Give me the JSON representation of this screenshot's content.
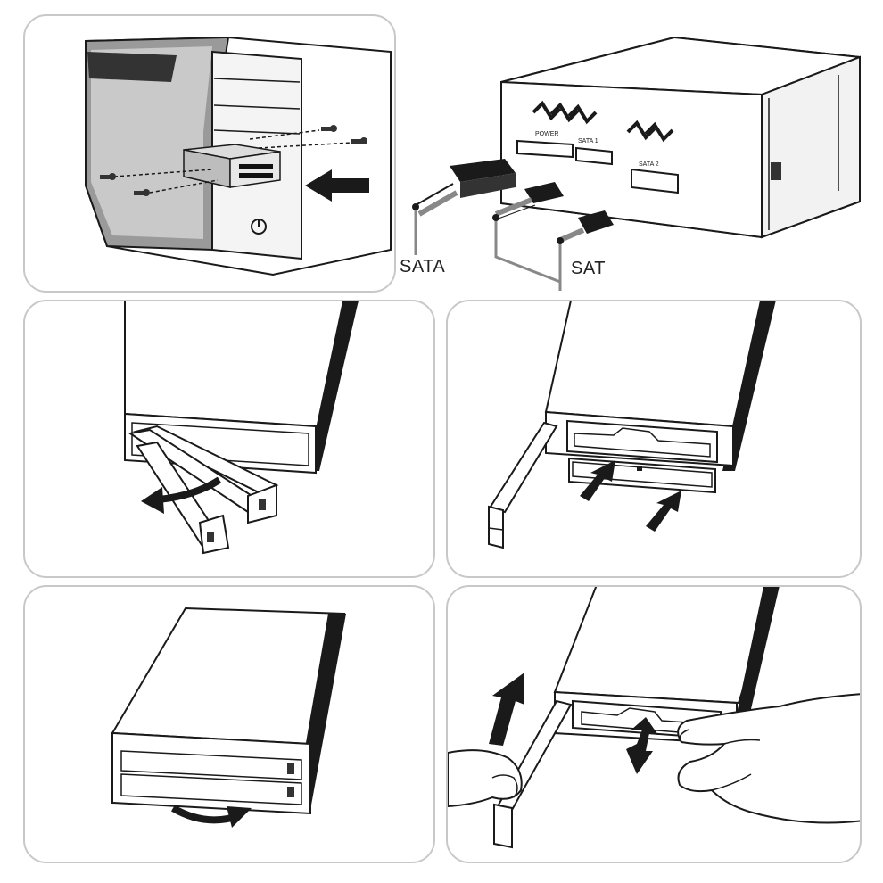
{
  "labels": {
    "sata_left": "SATA",
    "sata_right": "SAT",
    "port_power": "POWER",
    "port_sata1": "SATA 1",
    "port_sata2": "SATA 2"
  },
  "colors": {
    "line": "#1a1a1a",
    "panel_border": "#c8c8c8",
    "shade": "#8a8a8a",
    "dark": "#111111"
  }
}
